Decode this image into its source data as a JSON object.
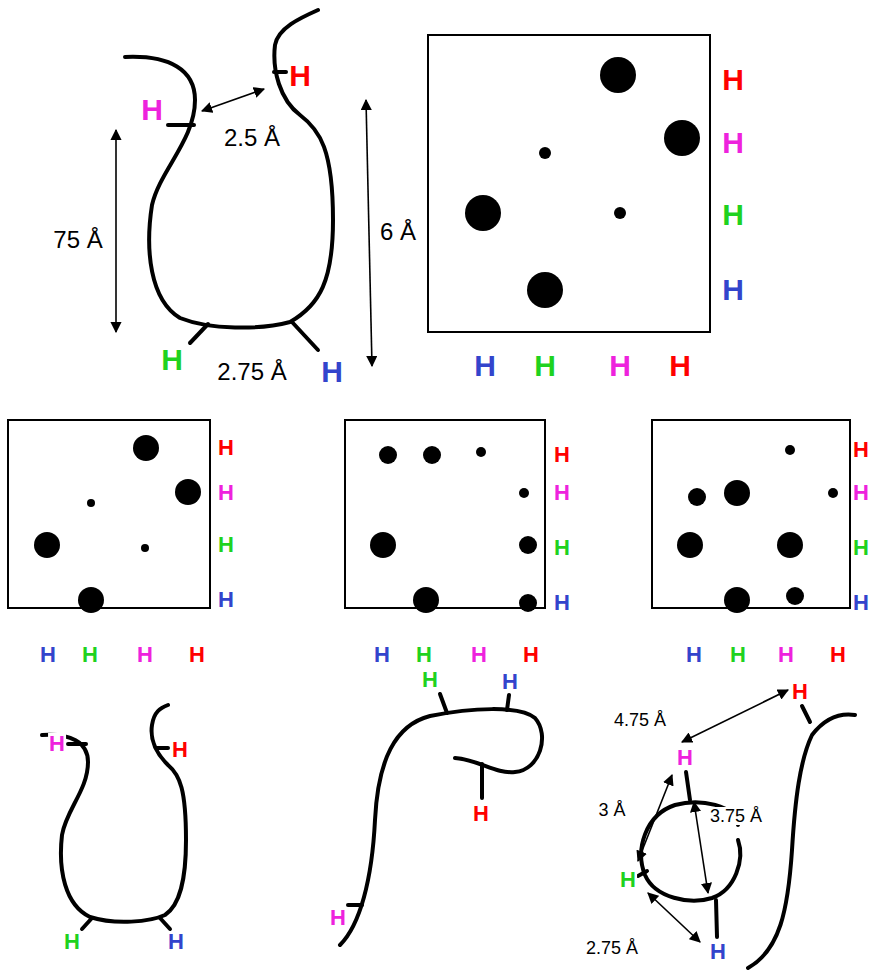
{
  "diagram": {
    "labels": [
      "H",
      "H",
      "2.5 Å",
      "75 Å",
      "6 Å",
      "H",
      "2.75 Å",
      "H",
      "H",
      "H",
      "H",
      "H",
      "H",
      "H",
      "H",
      "H",
      "H",
      "H",
      "H",
      "H",
      "H",
      "H",
      "H",
      "H",
      "H",
      "H",
      "H",
      "H",
      "H",
      "H",
      "H",
      "H",
      "H",
      "H",
      "H",
      "H",
      "H",
      "H",
      "H",
      "H",
      "H",
      "H",
      "H",
      "H",
      "H",
      "H",
      "H",
      "H",
      "4.75 Å",
      "H",
      "H",
      "3 Å",
      "3.75 Å",
      "H",
      "2.75 Å",
      "H"
    ]
  }
}
